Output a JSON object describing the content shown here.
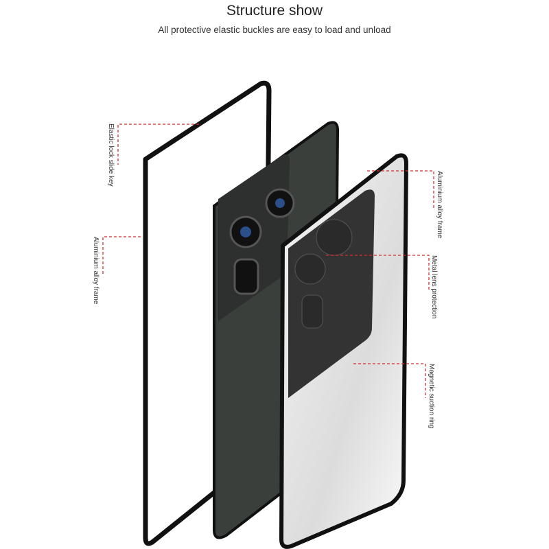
{
  "header": {
    "title": "Structure show",
    "subtitle": "All protective elastic buckles are easy to load and unload"
  },
  "callouts": [
    {
      "label": "Elastic lock slide key"
    },
    {
      "label": "Aluminium alloy frame"
    },
    {
      "label": "Aluminium alloy frame"
    },
    {
      "label": "Metal lens protection"
    },
    {
      "label": "Magnetic suction ring"
    }
  ],
  "colors": {
    "callout_line": "#d32f2f",
    "frame": "#111111",
    "phone_back": "#3a3f3b"
  }
}
